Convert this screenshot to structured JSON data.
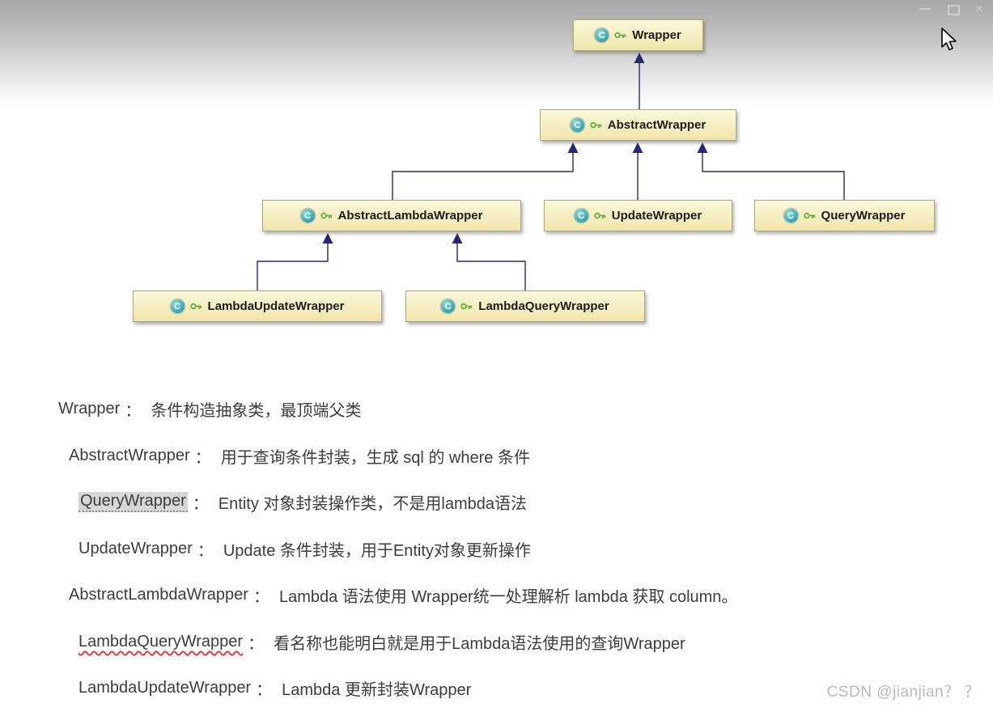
{
  "diagram": {
    "class_icon_letter": "C",
    "classes": [
      {
        "name": "Wrapper"
      },
      {
        "name": "AbstractWrapper"
      },
      {
        "name": "AbstractLambdaWrapper"
      },
      {
        "name": "UpdateWrapper"
      },
      {
        "name": "QueryWrapper"
      },
      {
        "name": "LambdaUpdateWrapper"
      },
      {
        "name": "LambdaQueryWrapper"
      }
    ],
    "colors": {
      "node_bg_top": "#fbf8da",
      "node_bg_bottom": "#efe5ab",
      "node_border": "#aca878",
      "arrow": "#28286f",
      "class_icon": "#2f9fae",
      "key_icon": "#6aae3d"
    }
  },
  "notes": {
    "separator": "：",
    "lines": [
      {
        "term": "Wrapper",
        "desc": "条件构造抽象类，最顶端父类"
      },
      {
        "term": "AbstractWrapper",
        "desc": "用于查询条件封装，生成 sql 的 where 条件"
      },
      {
        "term": "QueryWrapper",
        "desc": "Entity 对象封装操作类，不是用lambda语法"
      },
      {
        "term": "UpdateWrapper",
        "desc": "Update 条件封装，用于Entity对象更新操作"
      },
      {
        "term": "AbstractLambdaWrapper",
        "desc": "Lambda 语法使用 Wrapper统一处理解析 lambda 获取 column。"
      },
      {
        "term": "LambdaQueryWrapper",
        "desc": "看名称也能明白就是用于Lambda语法使用的查询Wrapper"
      },
      {
        "term": "LambdaUpdateWrapper",
        "desc": "Lambda 更新封装Wrapper"
      }
    ]
  },
  "watermark": "CSDN @jianjian？ ？"
}
